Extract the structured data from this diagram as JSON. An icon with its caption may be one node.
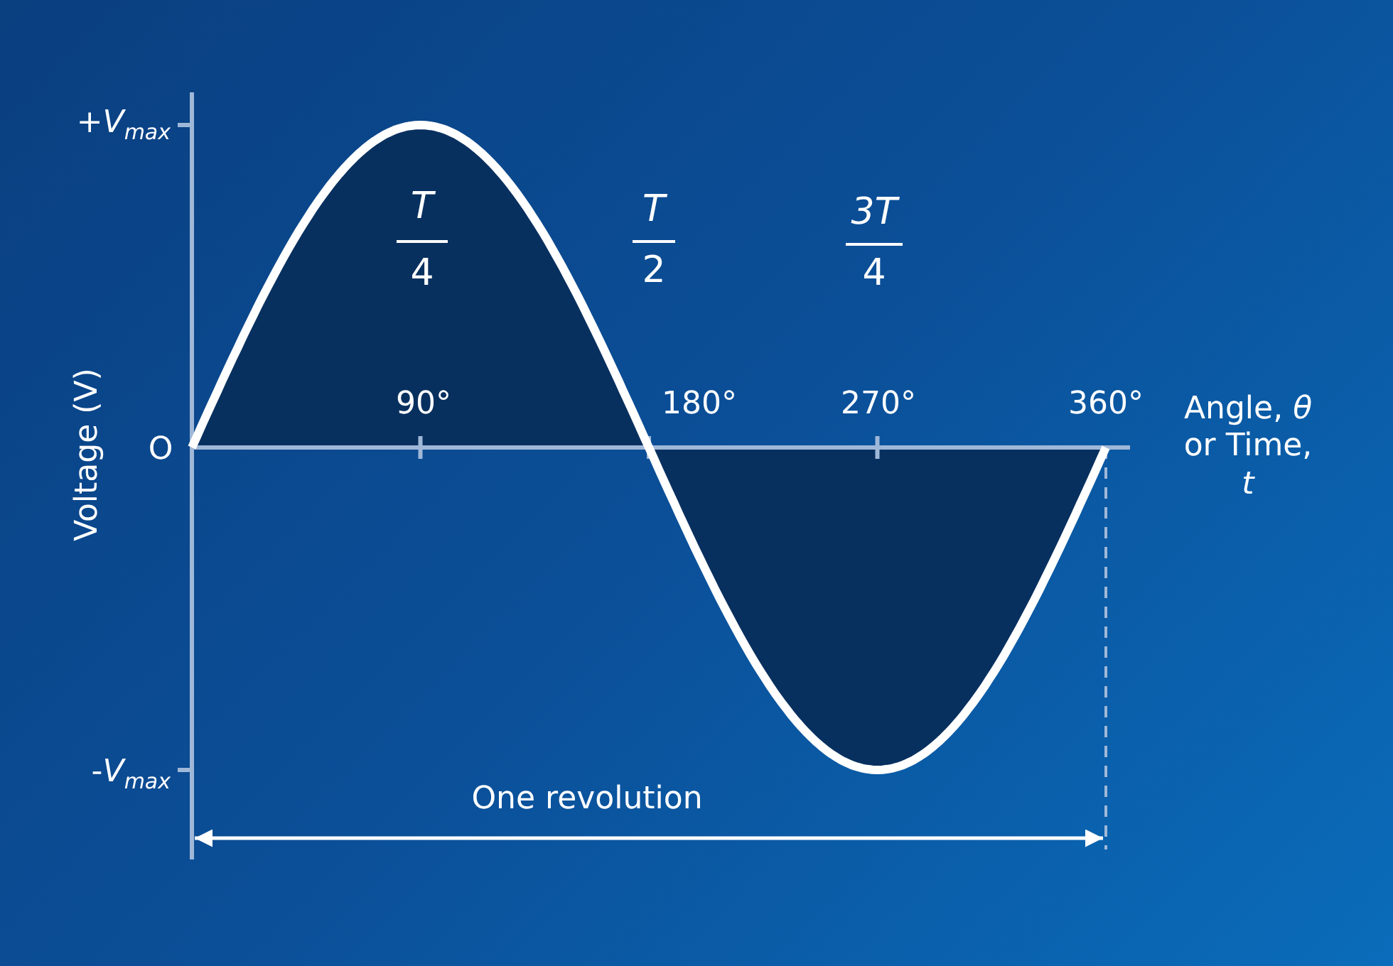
{
  "diagram": {
    "labels": [
      "+*V*$_{max}$",
      "T",
      "T",
      "3T",
      "4",
      "2",
      "4",
      "90°",
      "180°",
      "270°",
      "360°",
      "Angle, *θ* or Time, *t*",
      "O",
      "Voltage (V)",
      "-*V*$_{max}$",
      "One revolution"
    ]
  }
}
